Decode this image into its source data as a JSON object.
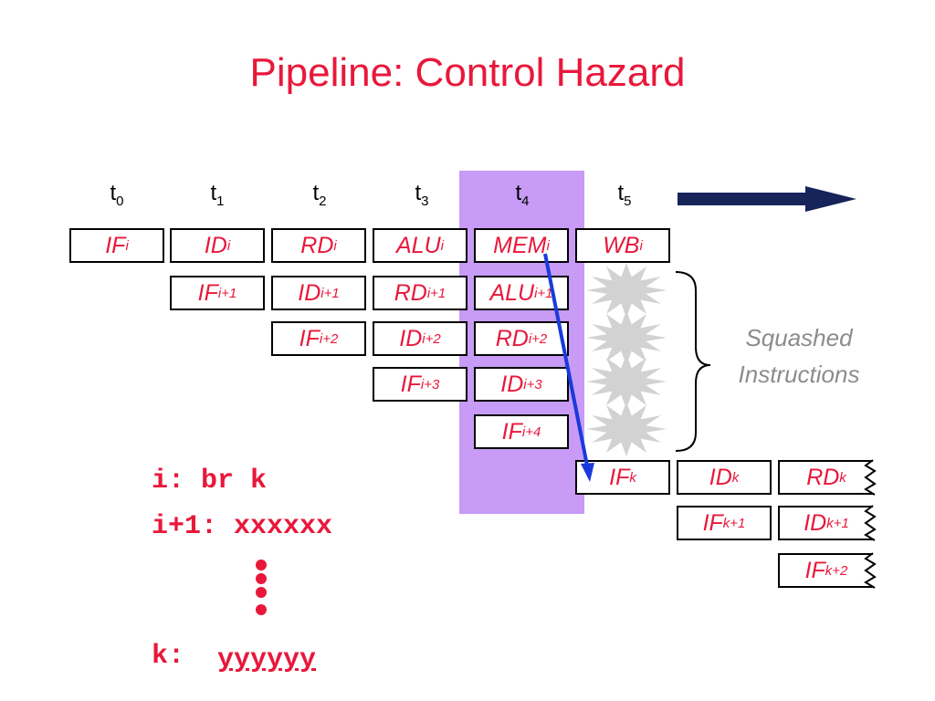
{
  "title": "Pipeline: Control Hazard",
  "colors": {
    "accent": "#e8183b",
    "highlight": "#c79bf6",
    "arrow": "#16245a",
    "branch_arrow": "#1a3adb",
    "squash_text": "#8c8c8c"
  },
  "time_labels": [
    {
      "main": "t",
      "sub": "0"
    },
    {
      "main": "t",
      "sub": "1"
    },
    {
      "main": "t",
      "sub": "2"
    },
    {
      "main": "t",
      "sub": "3"
    },
    {
      "main": "t",
      "sub": "4"
    },
    {
      "main": "t",
      "sub": "5"
    }
  ],
  "stages": {
    "row0": [
      {
        "main": "IF",
        "sub": "i"
      },
      {
        "main": "ID",
        "sub": "i"
      },
      {
        "main": "RD",
        "sub": "i"
      },
      {
        "main": "ALU",
        "sub": "i"
      },
      {
        "main": "MEM",
        "sub": "i"
      },
      {
        "main": "WB",
        "sub": "i"
      }
    ],
    "row1": [
      {
        "main": "IF",
        "sub": "i+1"
      },
      {
        "main": "ID",
        "sub": "i+1"
      },
      {
        "main": "RD",
        "sub": "i+1"
      },
      {
        "main": "ALU",
        "sub": "i+1"
      }
    ],
    "row2": [
      {
        "main": "IF",
        "sub": "i+2"
      },
      {
        "main": "ID",
        "sub": "i+2"
      },
      {
        "main": "RD",
        "sub": "i+2"
      }
    ],
    "row3": [
      {
        "main": "IF",
        "sub": "i+3"
      },
      {
        "main": "ID",
        "sub": "i+3"
      }
    ],
    "row4": [
      {
        "main": "IF",
        "sub": "i+4"
      }
    ],
    "k0": [
      {
        "main": "IF",
        "sub": "k"
      },
      {
        "main": "ID",
        "sub": "k"
      },
      {
        "main": "RD",
        "sub": "k"
      }
    ],
    "k1": [
      {
        "main": "IF",
        "sub": "k+1"
      },
      {
        "main": "ID",
        "sub": "k+1"
      }
    ],
    "k2": [
      {
        "main": "IF",
        "sub": "k+2"
      }
    ]
  },
  "squashed_label": {
    "line1": "Squashed",
    "line2": "Instructions"
  },
  "code": {
    "line1": "i: br k",
    "line2": "i+1: xxxxxx",
    "line3_label": "k:",
    "line3_value": "yyyyyy"
  }
}
